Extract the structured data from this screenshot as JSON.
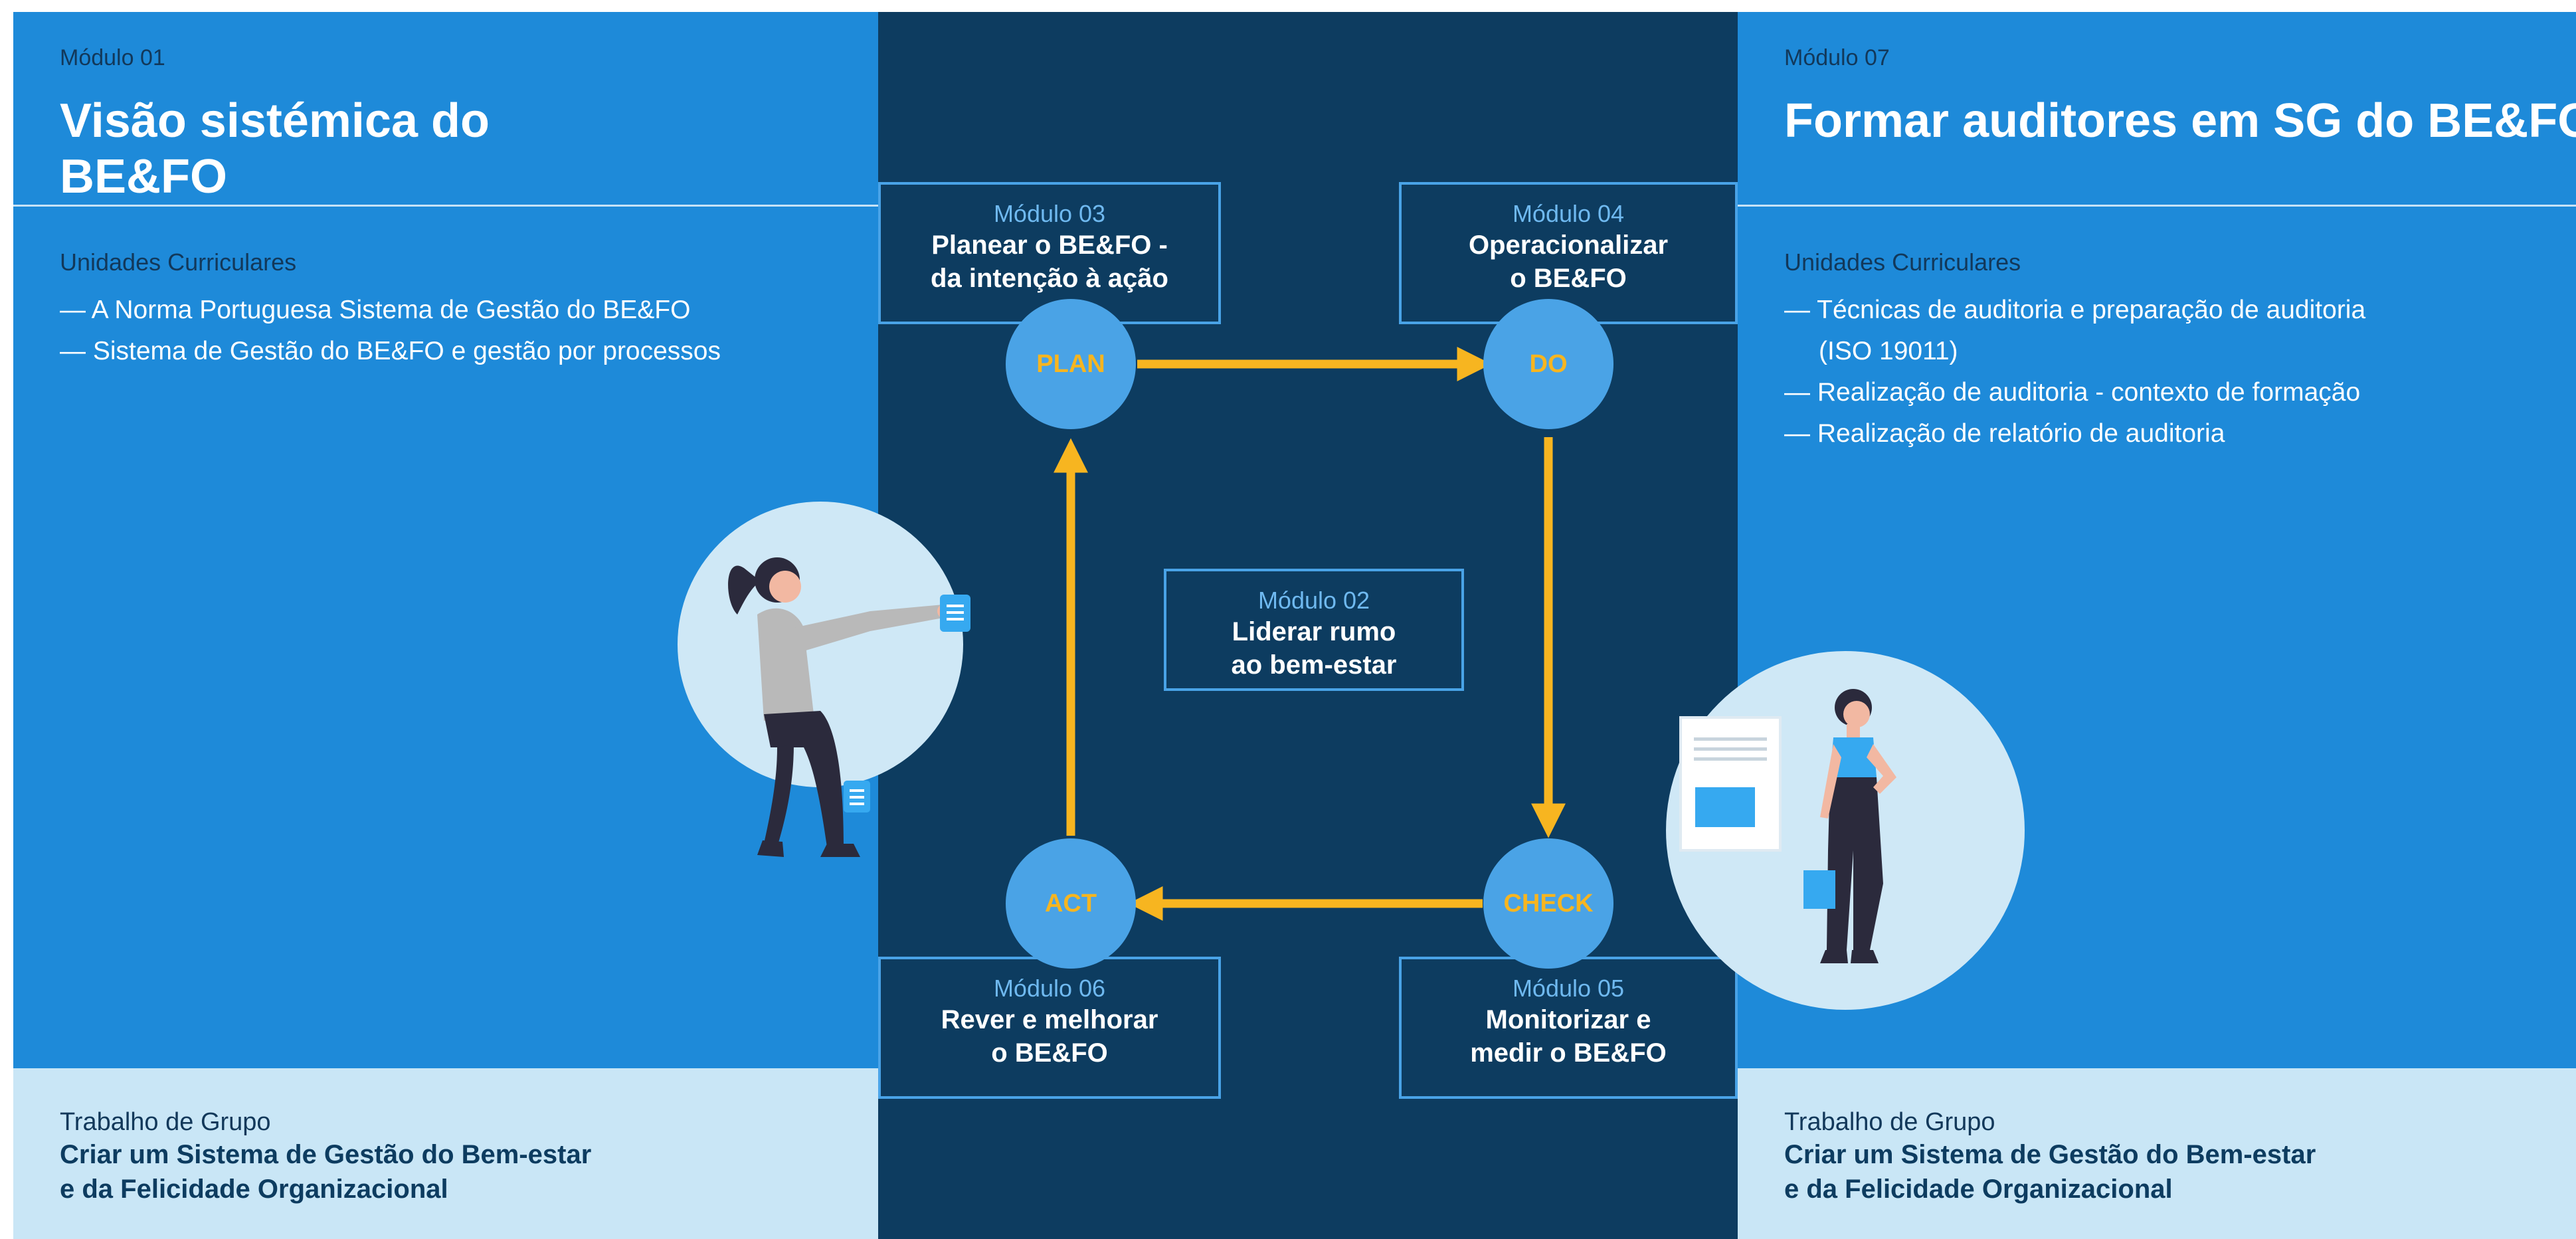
{
  "left": {
    "module_label": "Módulo 01",
    "title_line1": "Visão sistémica do",
    "title_line2": "BE&FO",
    "uc_label": "Unidades Curriculares",
    "uc_items": [
      "— A Norma Portuguesa Sistema de Gestão do BE&FO",
      "— Sistema de Gestão do BE&FO e gestão por processos"
    ],
    "group_label": "Trabalho de Grupo",
    "group_line1": "Criar um Sistema de Gestão do Bem-estar",
    "group_line2": "e da Felicidade Organizacional"
  },
  "right": {
    "module_label": "Módulo 07",
    "title": "Formar auditores em SG do BE&FO",
    "uc_label": "Unidades Curriculares",
    "uc_items": [
      "— Técnicas de auditoria e preparação de auditoria (ISO 19011)",
      "— Realização de auditoria - contexto de formação",
      "— Realização de relatório de auditoria"
    ],
    "group_label": "Trabalho de Grupo",
    "group_line1": "Criar um Sistema de Gestão do Bem-estar",
    "group_line2": "e da Felicidade Organizacional"
  },
  "cycle": {
    "plan": "PLAN",
    "do": "DO",
    "check": "CHECK",
    "act": "ACT"
  },
  "modules": {
    "m03": {
      "label": "Módulo 03",
      "line1": "Planear o BE&FO -",
      "line2": "da intenção à ação"
    },
    "m04": {
      "label": "Módulo 04",
      "line1": "Operacionalizar",
      "line2": "o BE&FO"
    },
    "m02": {
      "label": "Módulo 02",
      "line1": "Liderar rumo",
      "line2": "ao bem-estar"
    },
    "m06": {
      "label": "Módulo 06",
      "line1": "Rever e melhorar",
      "line2": "o BE&FO"
    },
    "m05": {
      "label": "Módulo 05",
      "line1": "Monitorizar e",
      "line2": "medir o BE&FO"
    }
  },
  "colors": {
    "panel_blue": "#1e8ad9",
    "panel_dark": "#0d3c60",
    "panel_light": "#c9e6f6",
    "circle_blue": "#4aa3e6",
    "arrow_yellow": "#f7b520",
    "box_border": "#49a3e7"
  },
  "icons": {
    "left_illustration": "woman-sitting-with-documents-illustration",
    "right_illustration": "woman-standing-with-document-illustration"
  }
}
